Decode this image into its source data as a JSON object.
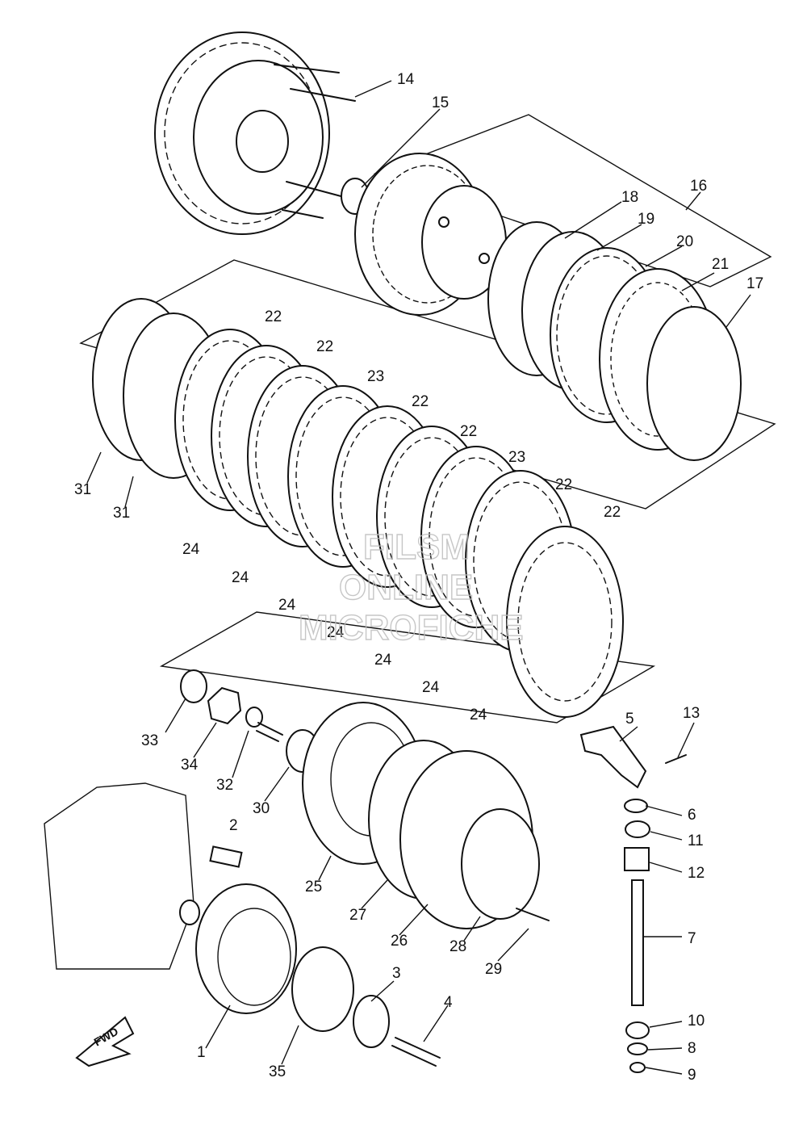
{
  "watermark": {
    "line1": "FILSM",
    "line2": "ONLINE",
    "line3": "MICROFICHE"
  },
  "direction_arrow_label": "FWD",
  "callouts": {
    "c1": "1",
    "c2": "2",
    "c3": "3",
    "c4": "4",
    "c5": "5",
    "c6": "6",
    "c7": "7",
    "c8": "8",
    "c9": "9",
    "c10": "10",
    "c11": "11",
    "c12": "12",
    "c13": "13",
    "c14": "14",
    "c15": "15",
    "c16": "16",
    "c17": "17",
    "c18": "18",
    "c19": "19",
    "c20": "20",
    "c21": "21",
    "c22a": "22",
    "c22b": "22",
    "c22c": "22",
    "c22d": "22",
    "c22e": "22",
    "c22f": "22",
    "c23a": "23",
    "c23b": "23",
    "c24a": "24",
    "c24b": "24",
    "c24c": "24",
    "c24d": "24",
    "c24e": "24",
    "c24f": "24",
    "c24g": "24",
    "c25": "25",
    "c26": "26",
    "c27": "27",
    "c28": "28",
    "c29": "29",
    "c30": "30",
    "c31a": "31",
    "c31b": "31",
    "c32": "32",
    "c33": "33",
    "c34": "34",
    "c35": "35"
  }
}
